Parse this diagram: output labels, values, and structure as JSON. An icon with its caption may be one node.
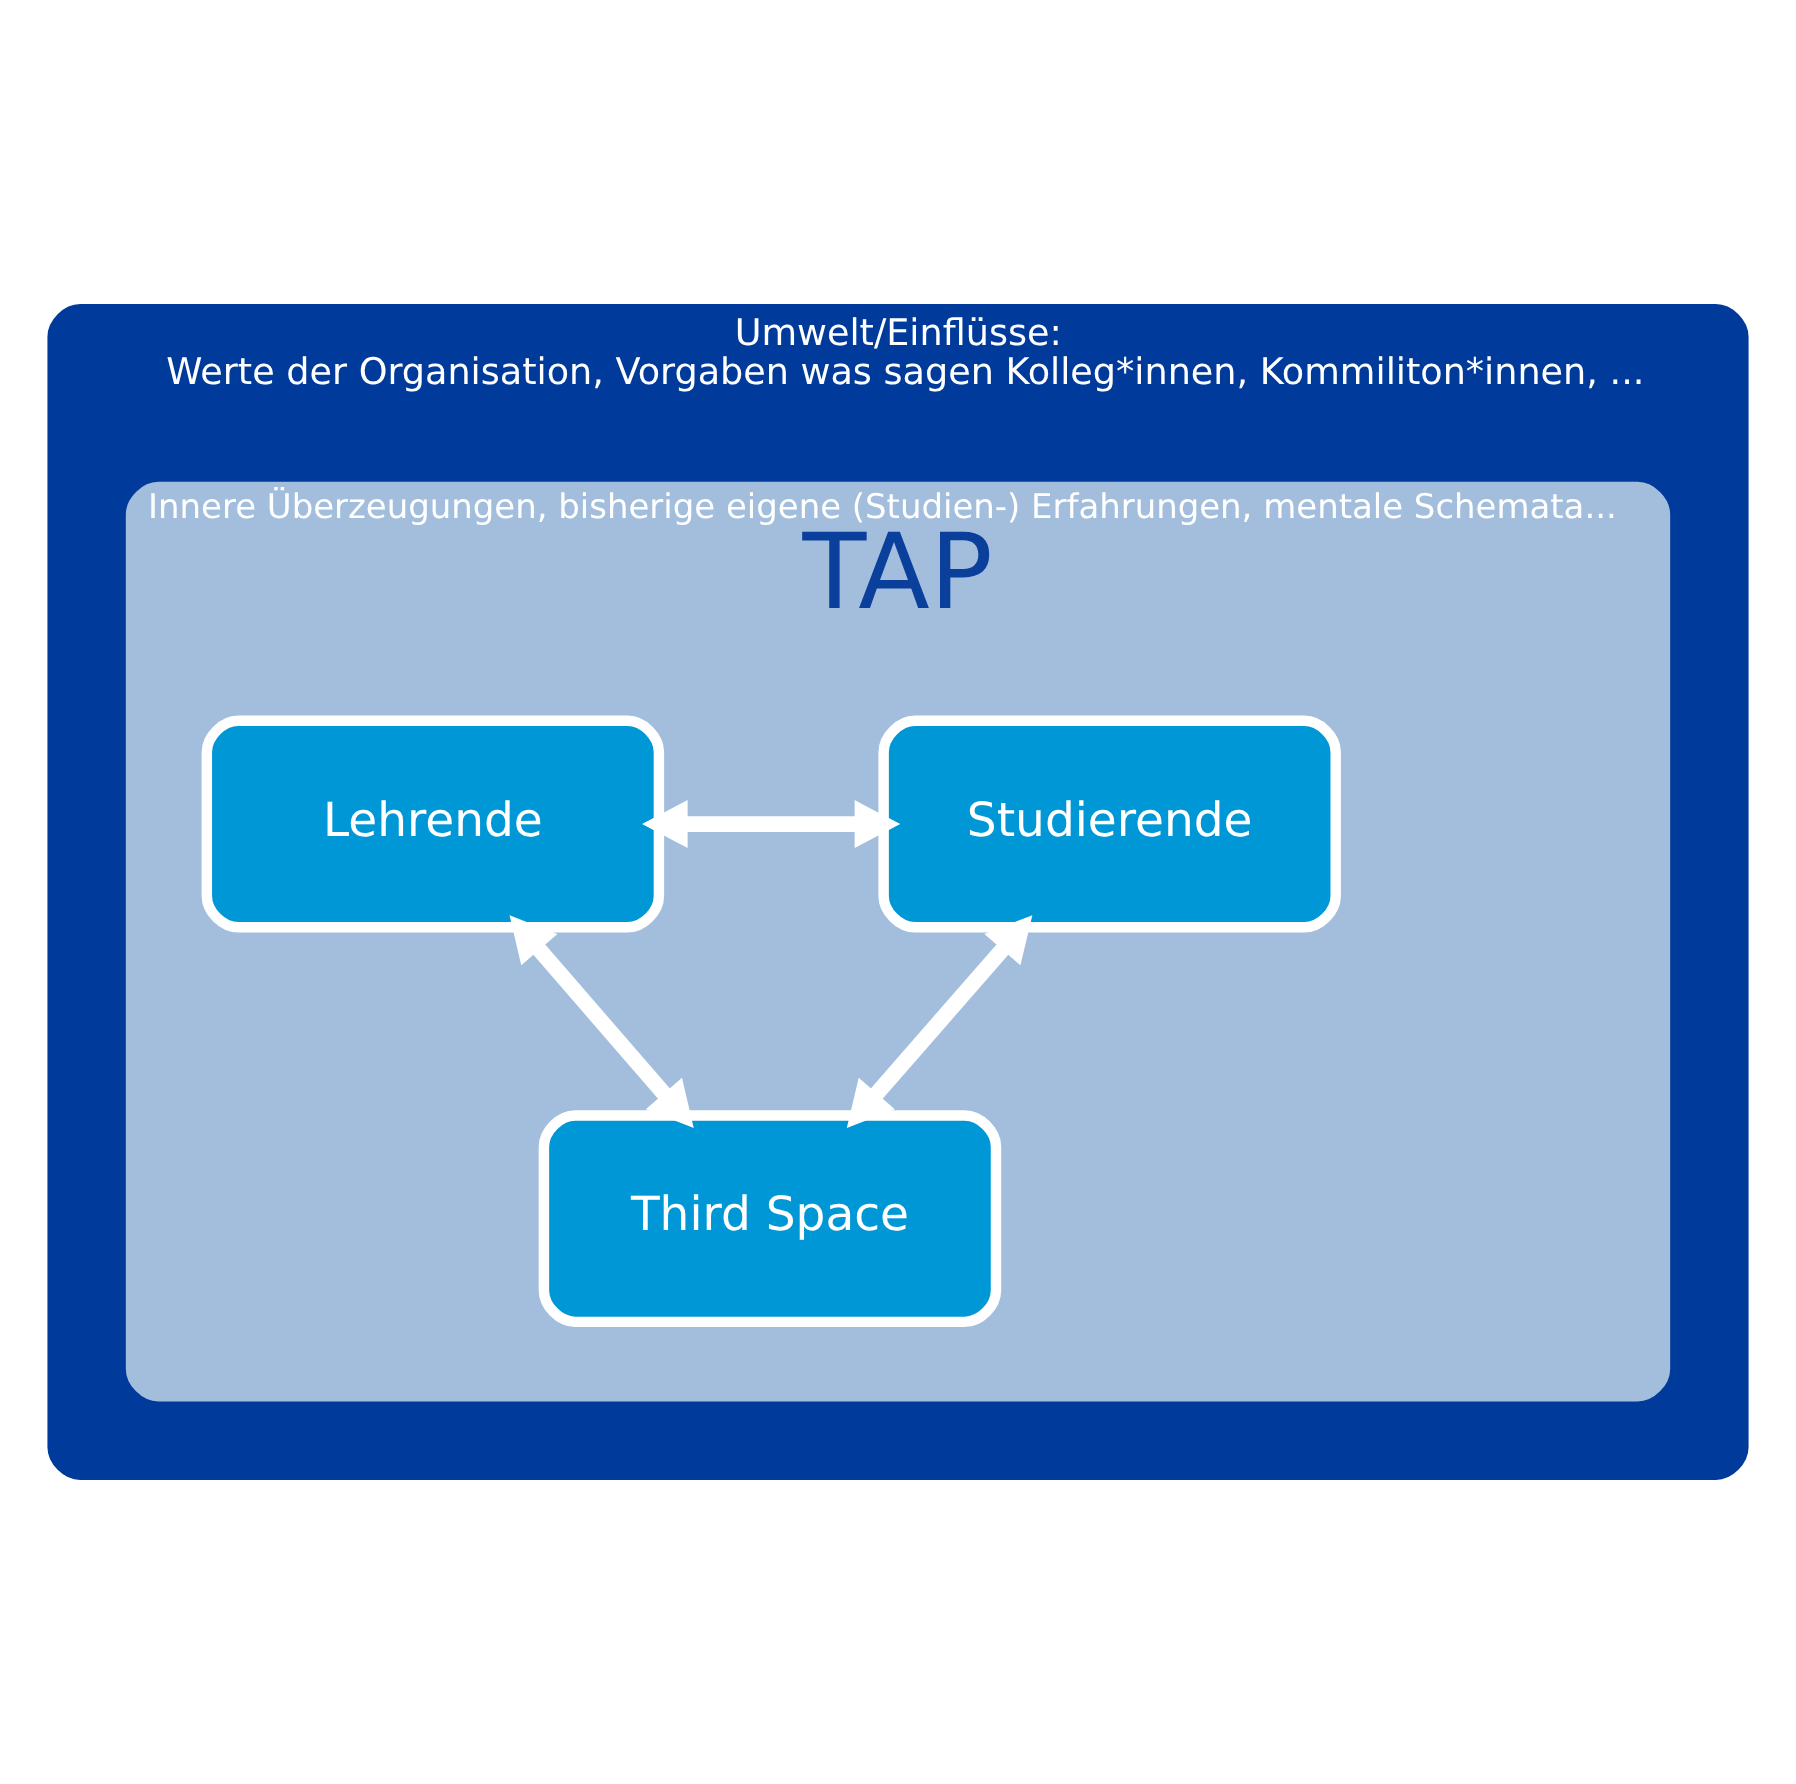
{
  "diagram": {
    "nodes": [
      {
        "text": [
          "Umwelt/Einflüsse:",
          "Werte der Organisation, Vorgaben was sagen Kolleg*innen, Kommiliton*innen, ..."
        ]
      },
      {
        "text": [
          "Innere Überzeugungen, bisherige eigene (Studien-) Erfahrungen, mentale Schemata...",
          "TAP"
        ],
        "in": 0
      },
      {
        "text": [
          "Lehrende"
        ],
        "in": 1
      },
      {
        "text": [
          "Studierende"
        ],
        "in": 1
      },
      {
        "text": [
          "Third Space"
        ],
        "in": 1
      }
    ],
    "edges": [
      {
        "from": 2,
        "to": 3,
        "arrow": "both"
      },
      {
        "from": 2,
        "to": 4,
        "arrow": "both"
      },
      {
        "from": 3,
        "to": 4,
        "arrow": "both"
      }
    ]
  }
}
